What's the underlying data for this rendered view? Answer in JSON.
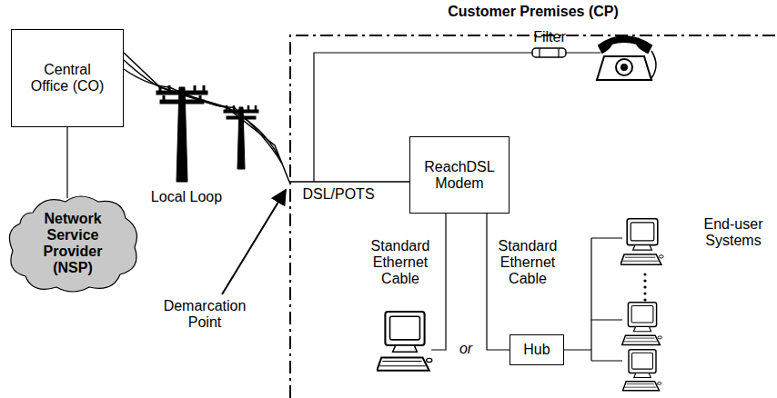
{
  "diagram": {
    "nodes": [
      {
        "text": [
          "Central Office (CO)"
        ]
      },
      {
        "text": [
          "Network Service Provider (NSP)"
        ]
      },
      {
        "text": [
          "Customer Premises (CP)"
        ]
      },
      {
        "text": [
          "ReachDSL Modem"
        ],
        "in": 2
      },
      {
        "text": [
          "Hub"
        ],
        "in": 2
      }
    ],
    "edges": [
      {
        "from": 0,
        "to": 1,
        "arrow": "none"
      },
      {
        "from": 0,
        "to": 3,
        "label": "DSL/POTS",
        "arrow": "none"
      },
      {
        "from": 3,
        "to": 4,
        "label": "Standard Ethernet Cable",
        "arrow": "none"
      }
    ],
    "labels": [
      "Local Loop",
      "Demarcation Point",
      "Filter",
      "Standard Ethernet Cable",
      "or",
      "End-user Systems"
    ]
  }
}
